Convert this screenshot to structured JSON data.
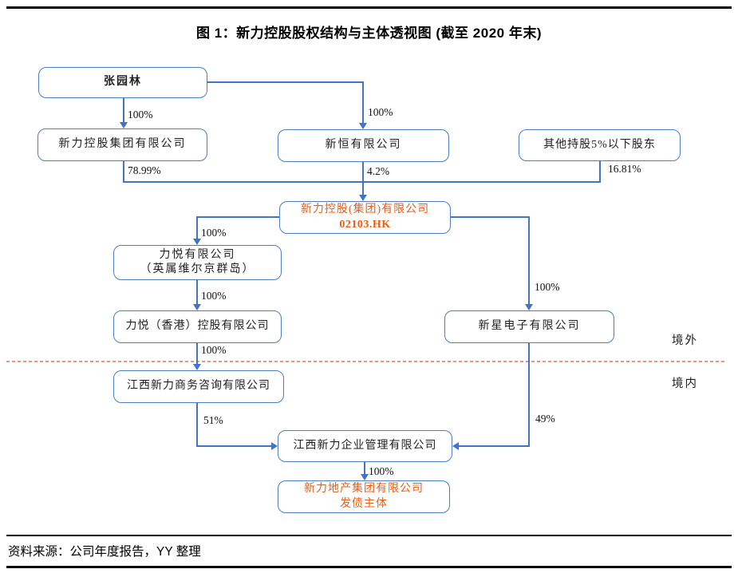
{
  "title": "图 1：新力控股股权结构与主体透视图 (截至 2020 年末)",
  "footer": {
    "source": "资料来源：公司年度报告，YY 整理"
  },
  "regions": {
    "offshore": "境外",
    "onshore": "境内"
  },
  "colors": {
    "line_blue": "#4472C4",
    "box_border_blue": "#4F7DC4",
    "highlight_orange": "#ED5C17",
    "boundary_dashed_orange": "#E9967A"
  },
  "nodes": {
    "zhang": {
      "label": "张园林"
    },
    "xinli_group": {
      "label": "新力控股集团有限公司"
    },
    "xinheng": {
      "label": "新恒有限公司"
    },
    "other_holders": {
      "label": "其他持股5%以下股东"
    },
    "listed": {
      "line1": "新力控股(集团)有限公司",
      "line2": "02103.HK"
    },
    "liyue_bvi": {
      "line1": "力悦有限公司",
      "line2": "（英属维尔京群岛）"
    },
    "liyue_hk": {
      "label": "力悦（香港）控股有限公司"
    },
    "xinxing": {
      "label": "新星电子有限公司"
    },
    "jx_consult": {
      "label": "江西新力商务咨询有限公司"
    },
    "jx_mgmt": {
      "label": "江西新力企业管理有限公司"
    },
    "bond_issuer": {
      "line1": "新力地产集团有限公司",
      "line2": "发债主体"
    }
  },
  "edges": {
    "zhang_to_xinli": "100%",
    "zhang_to_xinheng": "100%",
    "xinli_to_listed": "78.99%",
    "xinheng_to_listed": "4.2%",
    "other_to_listed": "16.81%",
    "listed_to_liyue_bvi": "100%",
    "liyue_bvi_to_hk": "100%",
    "hk_to_consult": "100%",
    "listed_to_xinxing": "100%",
    "consult_to_mgmt": "51%",
    "xinxing_to_mgmt": "49%",
    "mgmt_to_bond": "100%"
  }
}
